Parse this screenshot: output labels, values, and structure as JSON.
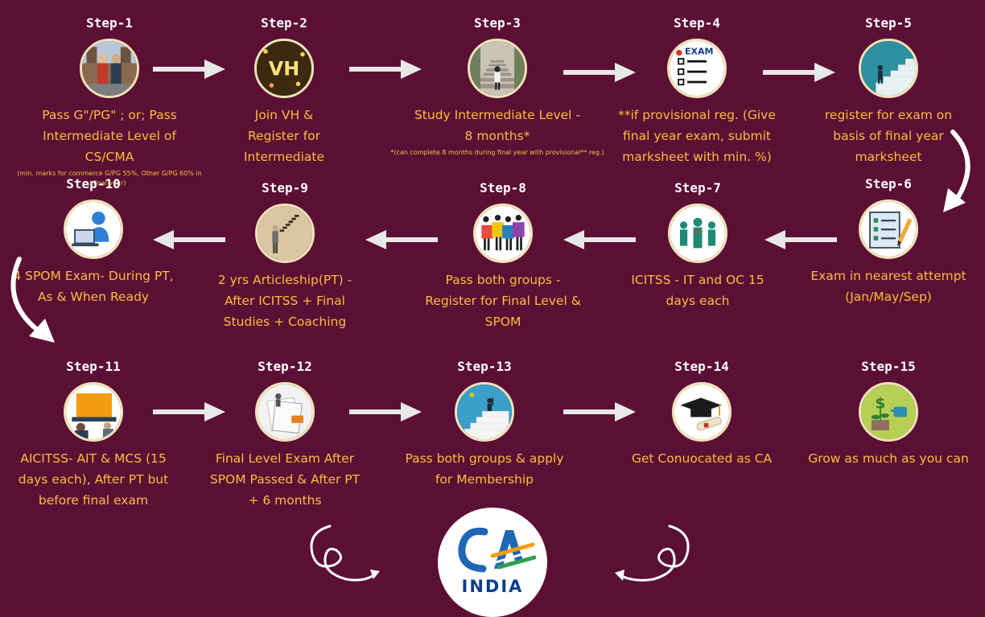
{
  "steps": [
    {
      "title": "Step-1",
      "desc": "Pass G\"/PG\" ; or; Pass Intermediate Level of CS/CMA",
      "note": "(min. marks for commerce G/PG 55%, Other G/PG 60% in final year)",
      "icon": "students-icon"
    },
    {
      "title": "Step-2",
      "desc": "Join VH & Register for Intermediate",
      "icon": "vh-logo-icon"
    },
    {
      "title": "Step-3",
      "desc": "Study Intermediate Level - 8 months*",
      "note": "*(can complete 8 months during final year with provisional** reg.)",
      "icon": "staircase-icon"
    },
    {
      "title": "Step-4",
      "desc": "**if provisional reg. (Give final year exam,  submit marksheet with min. %)",
      "icon": "exam-checklist-icon",
      "icon_text": "EXAM"
    },
    {
      "title": "Step-5",
      "desc": "register for exam on basis of final year marksheet",
      "icon": "climbing-stairs-icon"
    },
    {
      "title": "Step-6",
      "desc": "Exam in nearest attempt (Jan/May/Sep)",
      "icon": "exam-sheet-icon"
    },
    {
      "title": "Step-7",
      "desc": "ICITSS - IT and OC 15 days each",
      "icon": "team-icon"
    },
    {
      "title": "Step-8",
      "desc": "Pass both groups - Register for Final Level & SPOM",
      "icon": "puzzle-team-icon"
    },
    {
      "title": "Step-9",
      "desc": "2 yrs Articleship(PT) - After ICITSS + Final Studies + Coaching",
      "icon": "man-staircase-icon"
    },
    {
      "title": "Step-10",
      "desc": "4 SPOM Exam- During PT, As & When Ready",
      "icon": "computer-user-icon"
    },
    {
      "title": "Step-11",
      "desc": "AICITSS- AIT & MCS (15 days each), After PT but before final exam",
      "icon": "laptop-icon"
    },
    {
      "title": "Step-12",
      "desc": "Final Level Exam After SPOM Passed & After PT + 6 months",
      "icon": "papers-icon"
    },
    {
      "title": "Step-13",
      "desc": "Pass both groups & apply for Membership",
      "icon": "success-stairs-icon"
    },
    {
      "title": "Step-14",
      "desc": "Get Conuocated as CA",
      "icon": "graduation-cap-icon"
    },
    {
      "title": "Step-15",
      "desc": "Grow as much as you can",
      "icon": "money-plant-icon"
    }
  ],
  "logo": {
    "text": "INDIA",
    "icon": "ca-india-logo"
  },
  "colors": {
    "background": "#5b0f34",
    "title": "#ffffff",
    "desc": "#f6c03b",
    "arrow": "#e8e8e8"
  }
}
